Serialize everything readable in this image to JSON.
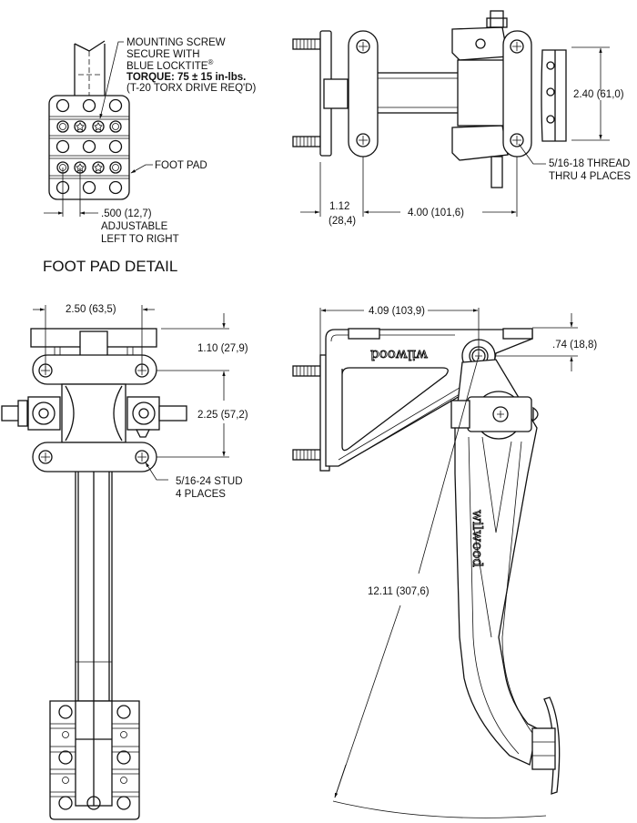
{
  "foot_pad_detail": {
    "title": "FOOT PAD DETAIL",
    "screw_note": [
      "MOUNTING SCREW",
      "SECURE WITH",
      "BLUE LOCKTITE",
      "TORQUE: 75 ± 15 in-lbs.",
      "(T-20 TORX DRIVE REQ'D)"
    ],
    "registered_mark": "®",
    "foot_pad_label": "FOOT PAD",
    "adjust_dim": ".500 (12,7)",
    "adjust_note": [
      "ADJUSTABLE",
      "LEFT TO RIGHT"
    ]
  },
  "top_view": {
    "height_dim": "2.40 (61,0)",
    "thread_note": [
      "5/16-18 THREAD",
      "THRU 4 PLACES"
    ],
    "offset_dim": [
      "1.12",
      "(28,4)"
    ],
    "length_dim": "4.00 (101,6)"
  },
  "front_view": {
    "width_dim": "2.50 (63,5)",
    "top_offset_dim": "1.10 (27,9)",
    "stud_spacing_dim": "2.25 (57,2)",
    "stud_note": [
      "5/16-24 STUD",
      "4 PLACES"
    ]
  },
  "side_view": {
    "pivot_dim": "4.09 (103,9)",
    "pivot_height_dim": ".74 (18,8)",
    "pedal_length_dim": "12.11 (307,6)",
    "brand_logo": "wilwood"
  }
}
